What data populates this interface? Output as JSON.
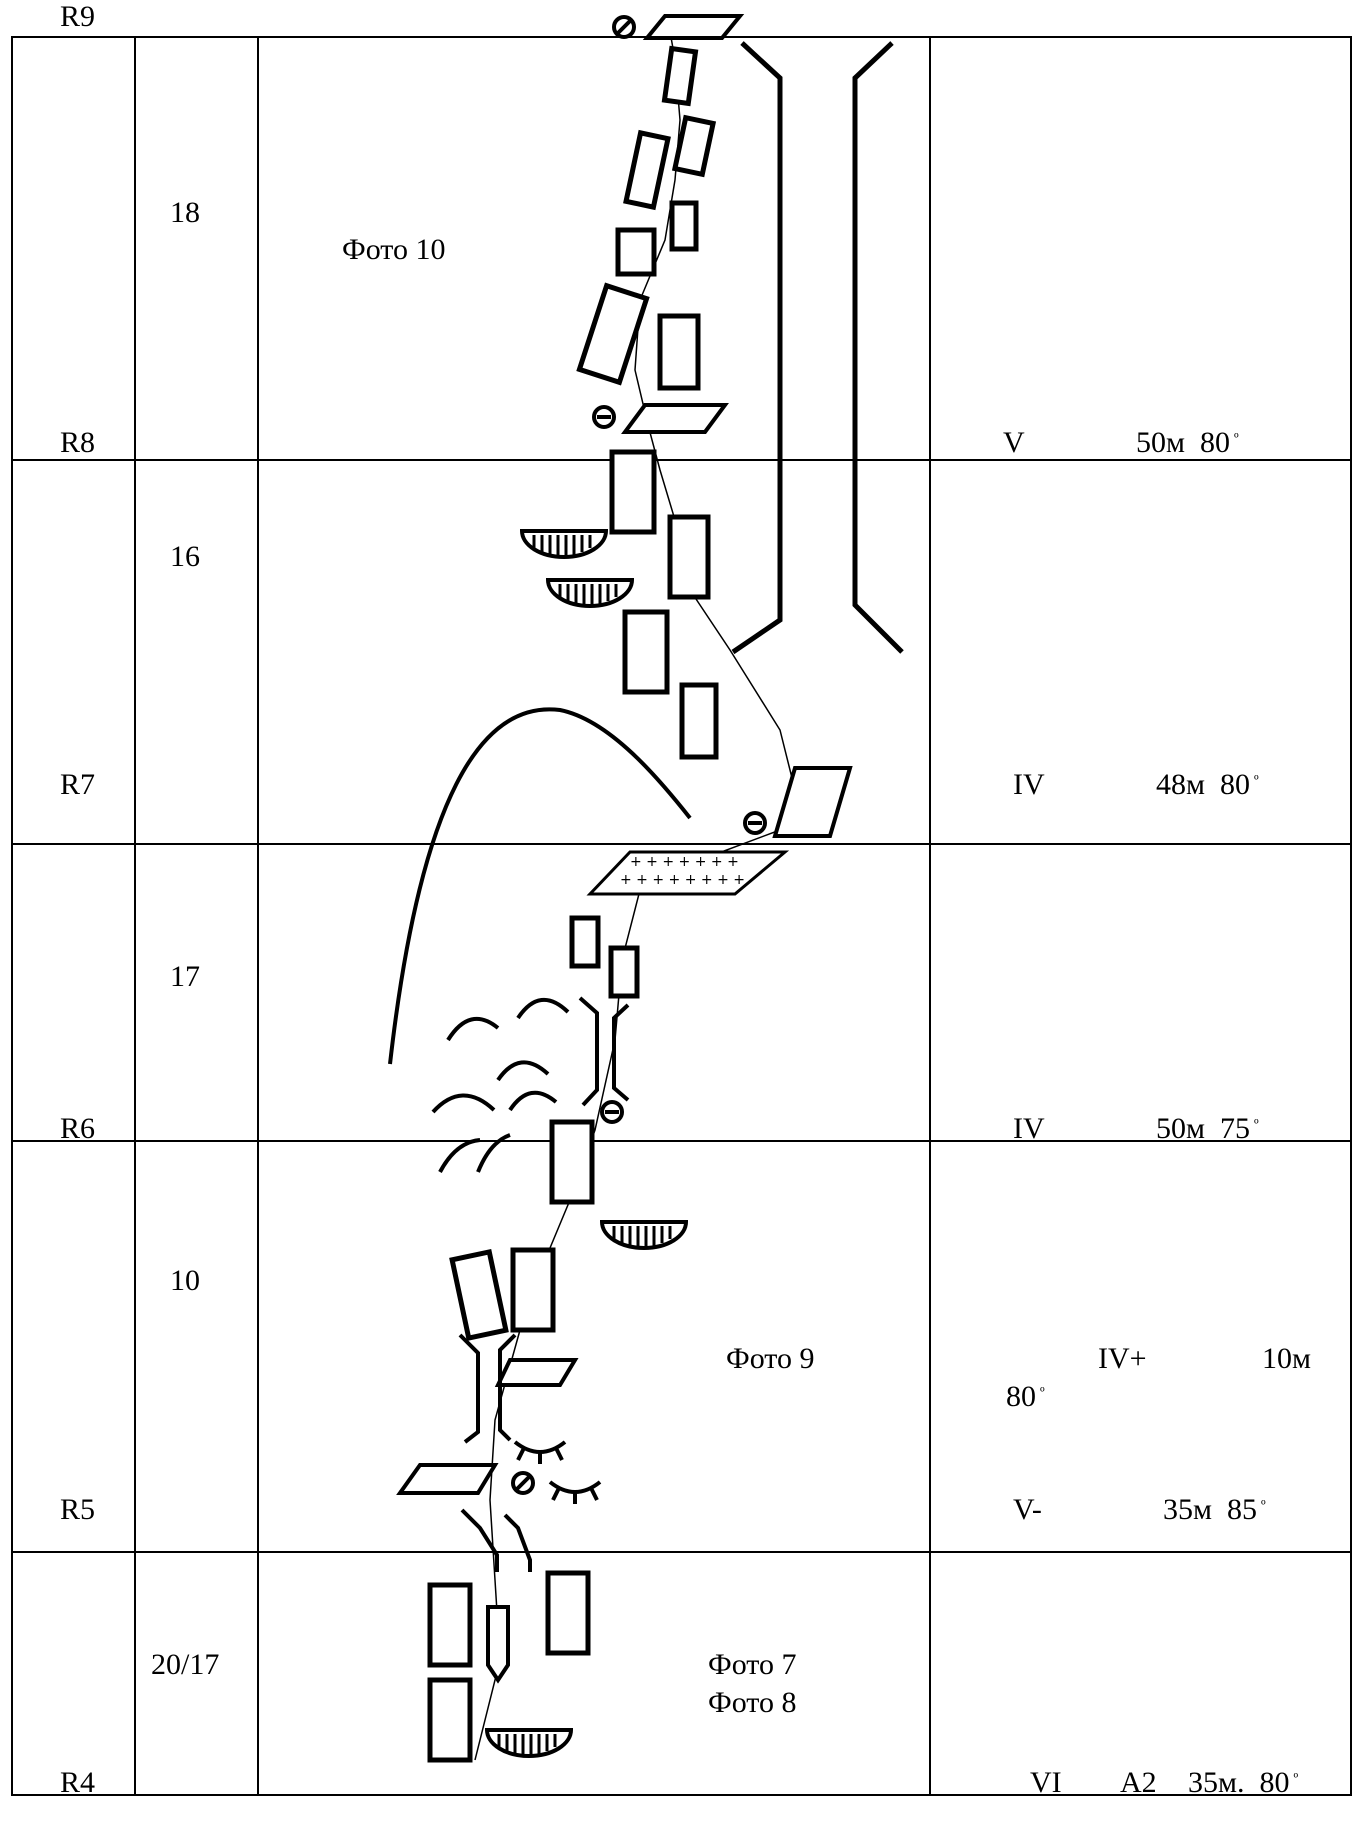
{
  "top_label": "R9",
  "rows": [
    {
      "point": "R8",
      "grade_number": "18",
      "photo": "Фото 10",
      "category": "V",
      "length": "50м",
      "angle": "80"
    },
    {
      "point": "R7",
      "grade_number": "16",
      "photo": "",
      "category": "IV",
      "length": "48м",
      "angle": "80"
    },
    {
      "point": "R6",
      "grade_number": "17",
      "photo": "",
      "category": "IV",
      "length": "50м",
      "angle": "75"
    },
    {
      "point": "R5",
      "grade_number": "10",
      "photo": "Фото 9",
      "extra_category": "IV+",
      "extra_length": "10м",
      "extra_angle": "80",
      "category": "V-",
      "length": "35м",
      "angle": "85"
    },
    {
      "point": "R4",
      "grade_number": "20/17",
      "photo": "Фото 7",
      "photo2": "Фото 8",
      "category": "VI",
      "category_extra": "A2",
      "length": "35м.",
      "angle": "80"
    }
  ],
  "degree_symbol": "º"
}
